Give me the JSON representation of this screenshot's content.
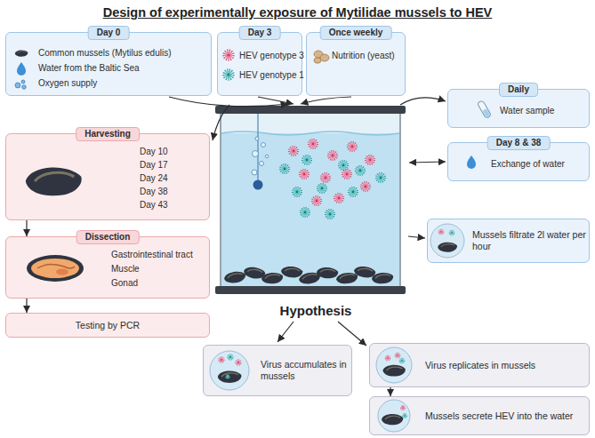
{
  "diagram": {
    "title": "Design of experimentally exposure of Mytilidae mussels to HEV",
    "nodes": [
      {
        "text": [
          "Day 0",
          "Common mussels (Mytilus edulis)",
          "Water from the Baltic Sea",
          "Oxygen supply"
        ]
      },
      {
        "text": [
          "Day 3",
          "HEV genotype 3",
          "HEV genotype 1"
        ]
      },
      {
        "text": [
          "Once weekly",
          "Nutrition (yeast)"
        ]
      },
      {
        "text": [
          "Daily",
          "Water sample"
        ]
      },
      {
        "text": [
          "Harvesting",
          "Day 10",
          "Day 17",
          "Day 24",
          "Day 38",
          "Day 43"
        ]
      },
      {
        "text": [
          "Day 8 & 38",
          "Exchange of water"
        ]
      },
      {
        "text": [
          "Dissection",
          "Gastrointestinal tract",
          "Muscle",
          "Gonad"
        ]
      },
      {
        "text": [
          "Mussels filtrate 2l water per hour"
        ]
      },
      {
        "text": [
          "Testing by PCR"
        ]
      },
      {
        "text": [
          "Virus accumulates in mussels"
        ]
      },
      {
        "text": [
          "Virus replicates in mussels"
        ]
      },
      {
        "text": [
          "Mussels secrete HEV into the water"
        ]
      }
    ],
    "edges": [
      {
        "from": 4,
        "to": 6,
        "arrow": "to"
      },
      {
        "from": 6,
        "to": 8,
        "arrow": "to"
      },
      {
        "from": 10,
        "to": 11,
        "arrow": "to"
      }
    ],
    "labels": [
      "Hypothesis"
    ]
  }
}
